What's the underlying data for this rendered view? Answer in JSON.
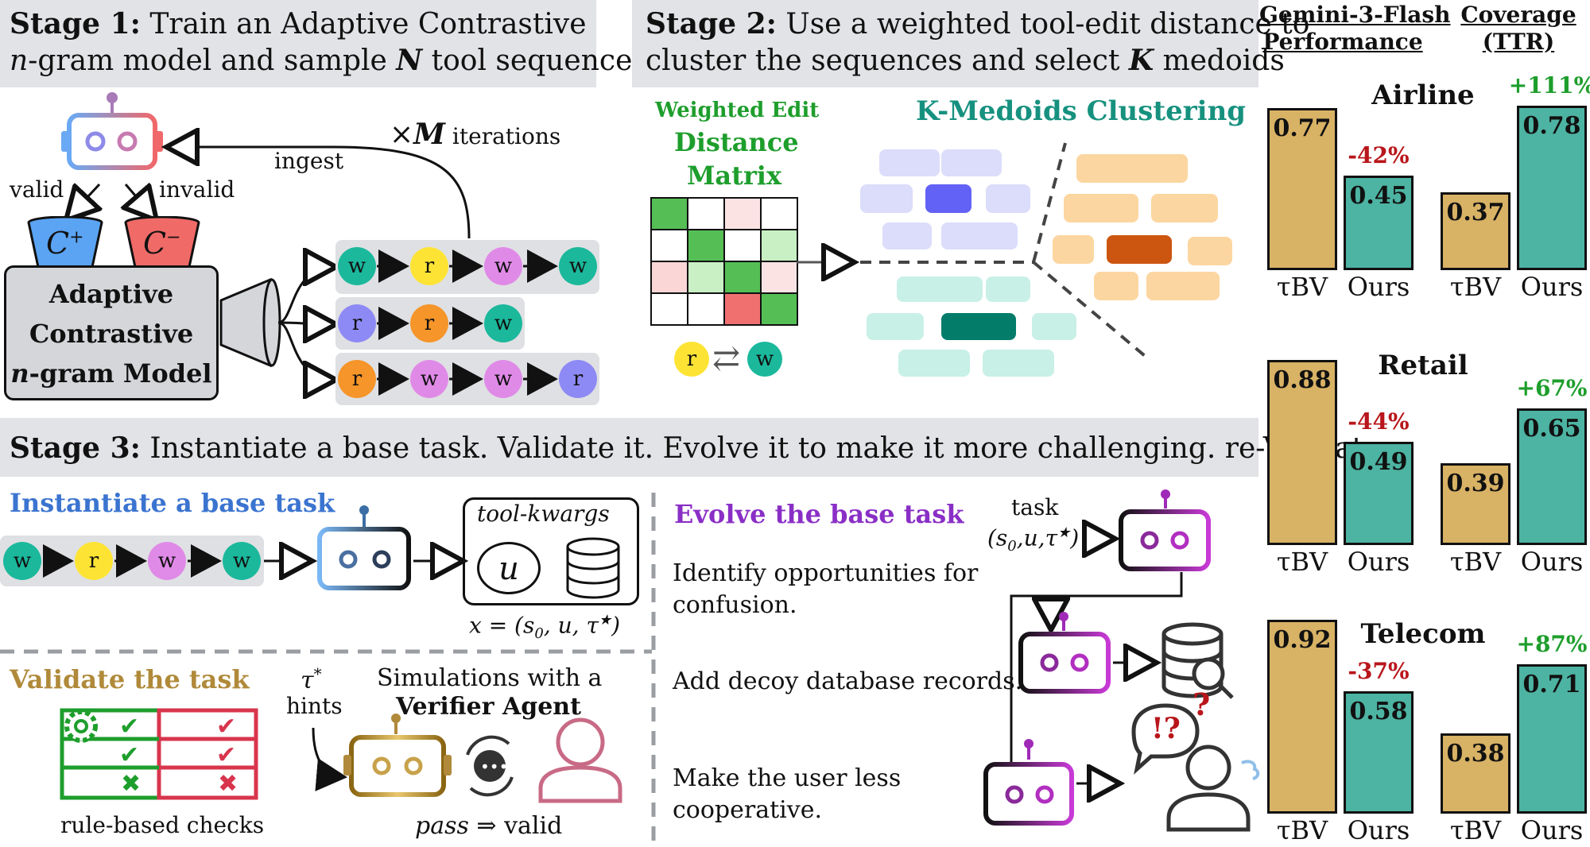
{
  "stage1": {
    "bold": "Stage 1:",
    "line1": " Train an Adaptive Contrastive",
    "line2_a": "n",
    "line2_b": "-gram model and sample ",
    "line2_N": "N",
    "line2_c": " tool sequences."
  },
  "stage2": {
    "bold": "Stage 2:",
    "line1": " Use a weighted tool-edit distance to",
    "line2_a": "cluster the sequences and select ",
    "line2_K": "K",
    "line2_b": " medoids"
  },
  "stage3": {
    "bold": "Stage 3:",
    "text": " Instantiate a base task. Validate it. Evolve it to make it more challenging. re-Validate."
  },
  "s1": {
    "valid": "valid",
    "invalid": "invalid",
    "ingest": "ingest",
    "iter_times": "×",
    "iter_M": "M",
    "iter_word": " iterations",
    "cplus": "C",
    "cplus_sup": "+",
    "cminus": "C",
    "cminus_sup": "−",
    "model_l1": "Adaptive",
    "model_l2": "Contrastive",
    "model_l3a": "n",
    "model_l3b": "-gram Model",
    "seq1": [
      "w",
      "r",
      "w",
      "w"
    ],
    "seq2": [
      "r",
      "r",
      "w"
    ],
    "seq3": [
      "r",
      "w",
      "w",
      "r"
    ]
  },
  "s2": {
    "weighted_edit": "Weighted Edit",
    "distance": "Distance",
    "matrix": "Matrix",
    "kmedoids": "K-Medoids Clustering",
    "swap_r": "r",
    "swap_w": "w"
  },
  "s3": {
    "instantiate": "Instantiate a base task",
    "seq": [
      "w",
      "r",
      "w",
      "w"
    ],
    "tool_kwargs": "tool-kwargs",
    "u": "u",
    "x_formula": "x = (s",
    "x_sub": "0",
    "x_rest": ", u, τ",
    "x_star": "★",
    "x_close": ")",
    "validate": "Validate the task",
    "tau": "τ",
    "tau_sup": "*",
    "hints": "hints",
    "sim_l1": "Simulations with a",
    "sim_l2": "Verifier Agent",
    "rule_checks": "rule-based checks",
    "pass": "pass",
    "pass_rest": " ⇒ valid",
    "evolve": "Evolve the base task",
    "task": "task",
    "task_tuple": "(s",
    "task_sub": "0",
    "task_rest": ",u,τ",
    "task_star": "★",
    "task_close": ")",
    "e1a": "Identify opportunities for",
    "e1b": "confusion.",
    "e2": "Add decoy database records.",
    "e3a": "Make the user less",
    "e3b": "cooperative.",
    "confuse": "!?",
    "question": "?"
  },
  "results": {
    "col1_l1": "Gemini-3-Flash",
    "col1_l2": "Performance",
    "col2_l1": "Coverage",
    "col2_l2": "(TTR)",
    "colors": {
      "tau_bv": "#d8b265",
      "ours": "#4db3a2",
      "neg": "#b8161b",
      "pos": "#1e9e2c"
    }
  },
  "chart_data": [
    {
      "type": "bar",
      "title": "Airline",
      "categories": [
        "τBV",
        "Ours"
      ],
      "series": [
        {
          "name": "Gemini-3-Flash Performance",
          "values": [
            0.77,
            0.45
          ],
          "change": "-42%"
        },
        {
          "name": "Coverage (TTR)",
          "values": [
            0.37,
            0.78
          ],
          "change": "+111%"
        }
      ]
    },
    {
      "type": "bar",
      "title": "Retail",
      "categories": [
        "τBV",
        "Ours"
      ],
      "series": [
        {
          "name": "Gemini-3-Flash Performance",
          "values": [
            0.88,
            0.49
          ],
          "change": "-44%"
        },
        {
          "name": "Coverage (TTR)",
          "values": [
            0.39,
            0.65
          ],
          "change": "+67%"
        }
      ]
    },
    {
      "type": "bar",
      "title": "Telecom",
      "categories": [
        "τBV",
        "Ours"
      ],
      "series": [
        {
          "name": "Gemini-3-Flash Performance",
          "values": [
            0.92,
            0.58
          ],
          "change": "-37%"
        },
        {
          "name": "Coverage (TTR)",
          "values": [
            0.38,
            0.71
          ],
          "change": "+87%"
        }
      ]
    }
  ]
}
